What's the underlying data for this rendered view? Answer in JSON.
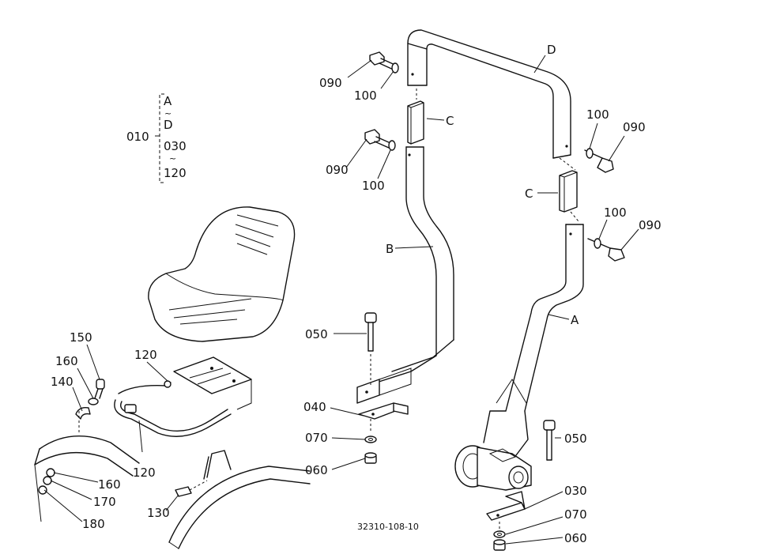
{
  "diagram": {
    "group": {
      "label": "010",
      "list": [
        "A",
        "~",
        "D",
        "030",
        "~",
        "120"
      ]
    },
    "callouts": {
      "bolt_top_left": "090",
      "washer_top_left": "100",
      "sleeve_top": "C",
      "roll_bar_top": "D",
      "washer_top_right": "100",
      "bolt_top_right": "090",
      "bolt_mid_left": "090",
      "washer_mid_left": "100",
      "sleeve_right": "C",
      "washer_mid_right": "100",
      "bolt_mid_right": "090",
      "frame_left": "B",
      "frame_right": "A",
      "bolt_long_left": "050",
      "bracket_left": "040",
      "washer_low_left": "070",
      "nut_low_left": "060",
      "bolt_long_right": "050",
      "bracket_right": "030",
      "washer_low_right": "070",
      "nut_low_right": "060",
      "seat_bolt": "150",
      "seat_washer": "160",
      "seat_clamp": "140",
      "seat_strap_top": "120",
      "seat_strap_bottom": "120",
      "fender_washer": "160",
      "fender_spacer": "170",
      "fender_bolt": "180",
      "seat_lever": "130"
    },
    "reference_code": "32310-108-10"
  }
}
